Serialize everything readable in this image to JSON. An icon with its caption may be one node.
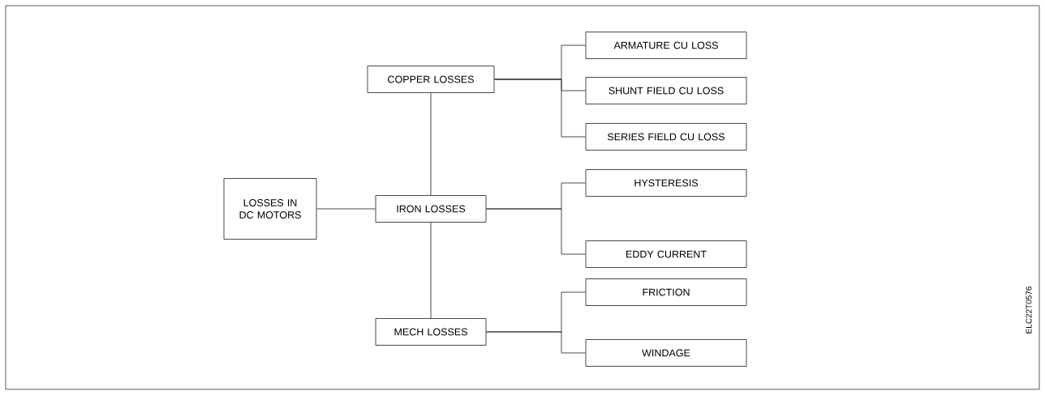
{
  "diagram": {
    "nodes": [
      {
        "text": [
          "LOSSES IN DC MOTORS"
        ]
      },
      {
        "text": [
          "COPPER LOSSES"
        ]
      },
      {
        "text": [
          "IRON LOSSES"
        ]
      },
      {
        "text": [
          "MECH LOSSES"
        ]
      },
      {
        "text": [
          "ARMATURE CU LOSS"
        ]
      },
      {
        "text": [
          "SHUNT FIELD CU LOSS"
        ]
      },
      {
        "text": [
          "SERIES FIELD CU LOSS"
        ]
      },
      {
        "text": [
          "HYSTERESIS"
        ]
      },
      {
        "text": [
          "EDDY CURRENT"
        ]
      },
      {
        "text": [
          "FRICTION"
        ]
      },
      {
        "text": [
          "WINDAGE"
        ]
      }
    ],
    "edges": [
      {
        "from": 0,
        "to": 2,
        "arrow": "none"
      },
      {
        "from": 2,
        "to": 1,
        "arrow": "none"
      },
      {
        "from": 2,
        "to": 3,
        "arrow": "none"
      },
      {
        "from": 1,
        "to": 4,
        "arrow": "none"
      },
      {
        "from": 1,
        "to": 5,
        "arrow": "none"
      },
      {
        "from": 1,
        "to": 6,
        "arrow": "none"
      },
      {
        "from": 2,
        "to": 7,
        "arrow": "none"
      },
      {
        "from": 2,
        "to": 8,
        "arrow": "none"
      },
      {
        "from": 3,
        "to": 9,
        "arrow": "none"
      },
      {
        "from": 3,
        "to": 10,
        "arrow": "none"
      }
    ],
    "labels": [
      "ELC22T0576"
    ]
  }
}
